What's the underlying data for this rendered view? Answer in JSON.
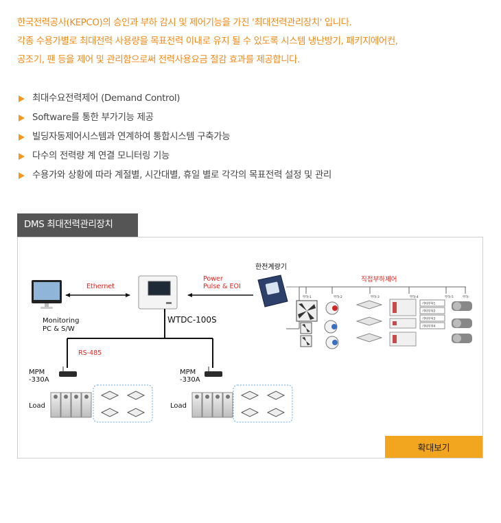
{
  "intro": {
    "line1": "한국전력공사(KEPCO)의 승인과 부하 감시 및 제어기능을 가진 '최대전력관리장치' 입니다.",
    "line2": "각종 수용가별로 최대전력 사용량을 목표전력 이내로 유지 될 수 있도록 시스템 냉난방기, 패키지에어컨,",
    "line3": "공조기, 팬 등을 제어 및 관리함으로써 전력사용요금  절감 효과를 제공합니다."
  },
  "features": [
    "최대수요전력제어 (Demand Control)",
    "Software를 통한 부가기능 제공",
    "빌딩자동제어시스템과 연계하여 통합시스템 구축가능",
    "다수의 전력량 계 연결 모니터링 기능",
    "수용가와 상황에 따라 계절별, 시간대별, 휴일 별로 각각의 목표전력 설정 및 관리"
  ],
  "section_title": "DMS 최대전력관리장치",
  "diagram": {
    "ethernet": "Ethernet",
    "power_line1": "Power",
    "power_line2": "Pulse & EOI",
    "meter_label": "한전계량기",
    "direct_load": "직접부하제어",
    "monitor_line1": "Monitoring",
    "monitor_line2": "PC & S/W",
    "controller": "WTDC-100S",
    "rs485": "RS-485",
    "mpm1_line1": "MPM",
    "mpm1_line2": "-330A",
    "mpm2_line1": "MPM",
    "mpm2_line2": "-330A",
    "load1": "Load",
    "load2": "Load",
    "branches": [
      "부하-1",
      "부하-2",
      "부하-3",
      "부하-4",
      "부하-5",
      "부하-"
    ],
    "other_loads": [
      "기타부하1",
      "기타부하2",
      "기타부하3",
      "기타부하4"
    ]
  },
  "zoom_button": "확대보기",
  "colors": {
    "orange_text": "#f08a1a",
    "bullet": "#f29a1e",
    "tab": "#555555",
    "button": "#f2a51e",
    "red_label": "#e8211c"
  }
}
